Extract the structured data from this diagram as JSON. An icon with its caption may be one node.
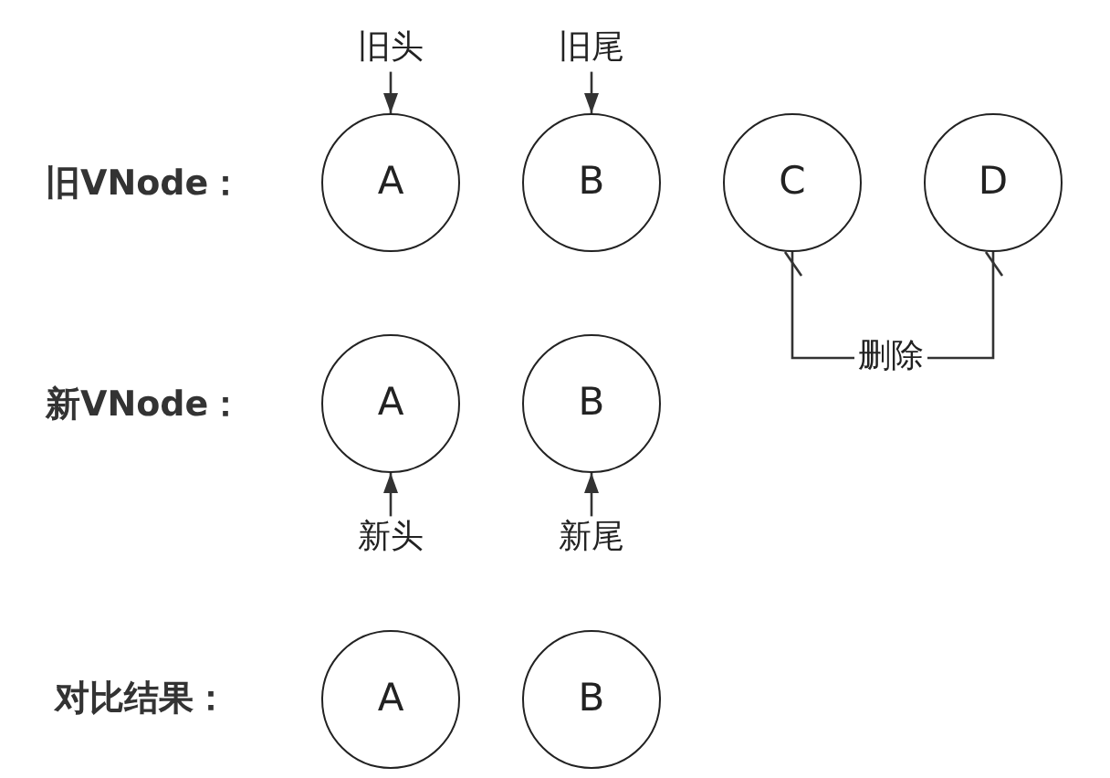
{
  "diagram": {
    "nodes": [
      {
        "text": [
          "旧头"
        ]
      },
      {
        "text": [
          "旧尾"
        ]
      },
      {
        "text": [
          "A"
        ]
      },
      {
        "text": [
          "B"
        ]
      },
      {
        "text": [
          "C"
        ]
      },
      {
        "text": [
          "D"
        ]
      },
      {
        "text": [
          "删除"
        ]
      },
      {
        "text": [
          "A"
        ]
      },
      {
        "text": [
          "B"
        ]
      },
      {
        "text": [
          "新头"
        ]
      },
      {
        "text": [
          "新尾"
        ]
      },
      {
        "text": [
          "A"
        ]
      },
      {
        "text": [
          "B"
        ]
      }
    ],
    "edges": [
      {
        "from": 0,
        "to": 2,
        "arrow": "to"
      },
      {
        "from": 1,
        "to": 3,
        "arrow": "to"
      },
      {
        "from": 6,
        "to": 4,
        "arrow": "other"
      },
      {
        "from": 6,
        "to": 5,
        "arrow": "other"
      },
      {
        "from": 9,
        "to": 7,
        "arrow": "to"
      },
      {
        "from": 10,
        "to": 8,
        "arrow": "to"
      }
    ],
    "labels": [
      "旧VNode：",
      "新VNode：",
      "对比结果："
    ]
  }
}
